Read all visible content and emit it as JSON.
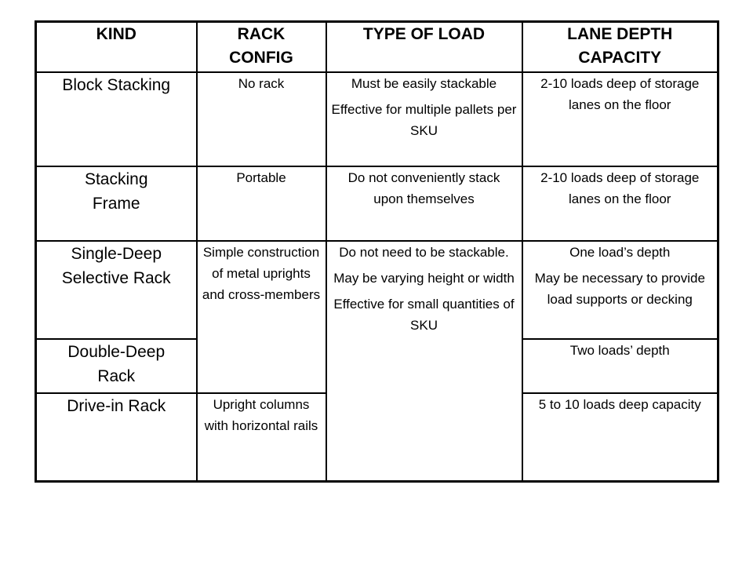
{
  "headers": {
    "kind": "KIND",
    "config_line1": "RACK",
    "config_line2": "CONFIG",
    "load": "TYPE OF LOAD",
    "depth_line1": "LANE DEPTH",
    "depth_line2": "CAPACITY"
  },
  "rows": {
    "block": {
      "kind": "Block Stacking",
      "config": "No rack",
      "load": [
        "Must be easily stackable",
        "Effective for multiple pallets per SKU"
      ],
      "depth": "2-10 loads deep of storage lanes on the floor"
    },
    "frame": {
      "kind_line1": "Stacking",
      "kind_line2": "Frame",
      "config": "Portable",
      "load": "Do not conveniently stack upon themselves",
      "depth": "2-10 loads deep of storage lanes on the floor"
    },
    "single": {
      "kind_line1": "Single-Deep",
      "kind_line2": "Selective Rack",
      "config": "Simple construction of metal uprights and cross-members",
      "load": [
        "Do not need to be stackable.",
        "May be varying height or width",
        "Effective for small quantities of SKU"
      ],
      "depth": [
        "One load’s depth",
        "May be necessary to provide load supports or decking"
      ]
    },
    "double": {
      "kind_line1": "Double-Deep",
      "kind_line2": "Rack",
      "depth": "Two loads’ depth"
    },
    "drivein": {
      "kind": "Drive-in Rack",
      "config": "Upright columns with horizontal rails",
      "load": "",
      "depth": "5 to 10 loads deep capacity"
    }
  }
}
